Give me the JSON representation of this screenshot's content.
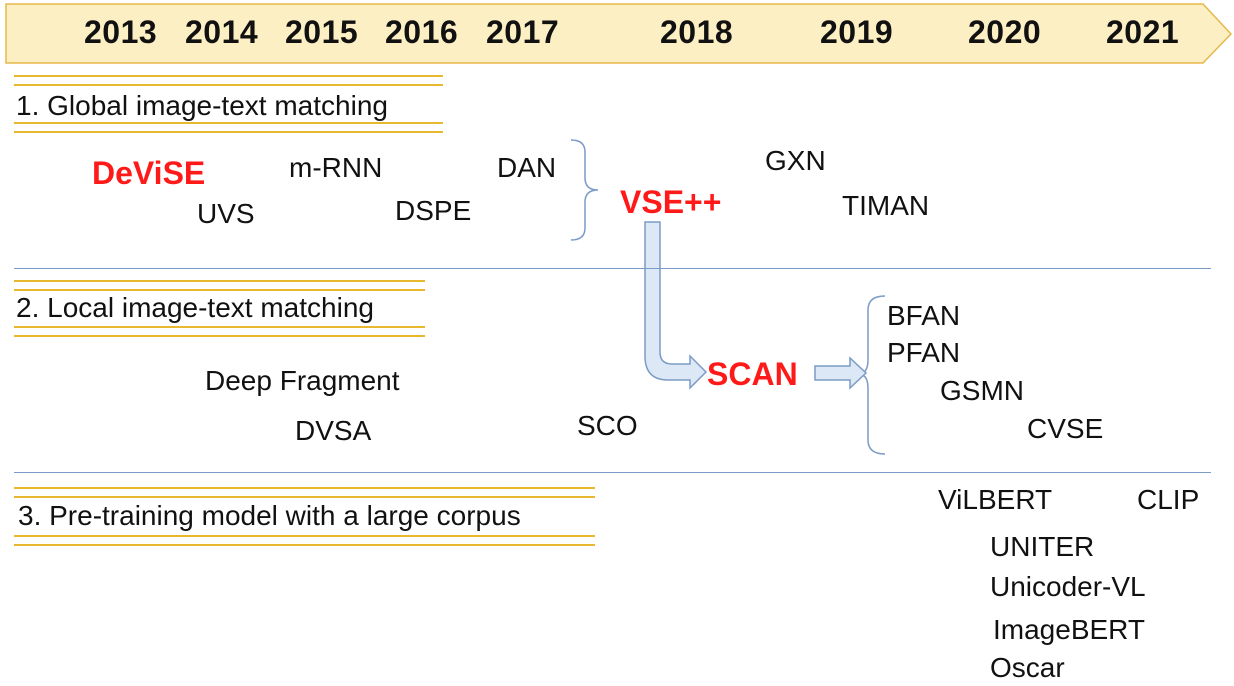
{
  "timeline": {
    "years": [
      "2013",
      "2014",
      "2015",
      "2016",
      "2017",
      "2018",
      "2019",
      "2020",
      "2021"
    ],
    "bar_fill": "#fdefc4",
    "bar_stroke": "#e6b84a"
  },
  "sections": [
    {
      "heading": "1. Global image-text matching",
      "models": [
        "DeViSE",
        "m-RNN",
        "DAN",
        "UVS",
        "DSPE",
        "VSE++",
        "GXN",
        "TIMAN"
      ]
    },
    {
      "heading": "2. Local image-text matching",
      "models": [
        "Deep Fragment",
        "DVSA",
        "SCO",
        "SCAN",
        "BFAN",
        "PFAN",
        "GSMN",
        "CVSE"
      ]
    },
    {
      "heading": "3. Pre-training model with a large corpus",
      "models": [
        "ViLBERT",
        "CLIP",
        "UNITER",
        "Unicoder-VL",
        "ImageBERT",
        "Oscar"
      ]
    }
  ],
  "colors": {
    "highlight": "#ff1a1a",
    "underline": "#e8b92e",
    "separator": "#7a9cc6",
    "arrow_fill": "#dce8f6",
    "arrow_stroke": "#7a9cc6"
  }
}
